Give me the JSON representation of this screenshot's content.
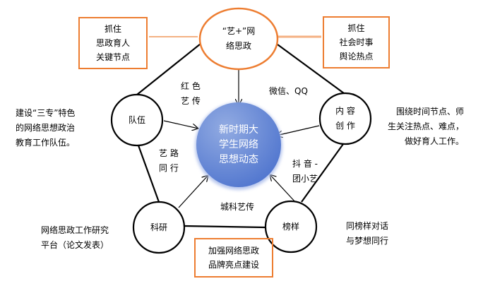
{
  "core": {
    "lines": [
      "新时期大",
      "学生网络",
      "思想动态"
    ]
  },
  "top_node": {
    "lines": [
      "“艺+”网",
      "络思政"
    ]
  },
  "nodes": {
    "team": "队伍",
    "content": [
      "内 容",
      "创 作"
    ],
    "research": "科研",
    "model": "榜样"
  },
  "boxes": {
    "left": [
      "抓住",
      "思政育人",
      "关键节点"
    ],
    "right": [
      "抓住",
      "社会时事",
      "舆论热点"
    ],
    "bottom": [
      "加强网络思政",
      "品牌亮点建设"
    ]
  },
  "channels": {
    "red_art": [
      "红 色",
      "艺 传"
    ],
    "wechat": "微信、QQ",
    "art_road": [
      "艺 路",
      "同 行"
    ],
    "douyin": [
      "抖 音 -",
      "团小艺"
    ],
    "city": "城科艺传"
  },
  "notes": {
    "team": [
      "建设“三专”特色",
      "的网络思想政治",
      "教育工作队伍。"
    ],
    "content": [
      "围绕时间节点、师",
      "生关注热点、难点，",
      "做好育人工作。"
    ],
    "research": [
      "网络思政工作研究",
      "平台（论文发表）"
    ],
    "model": [
      "同榜样对话",
      "与梦想同行"
    ]
  },
  "colors": {
    "accent": "#ED7D31",
    "core": "#6F8FD8"
  }
}
